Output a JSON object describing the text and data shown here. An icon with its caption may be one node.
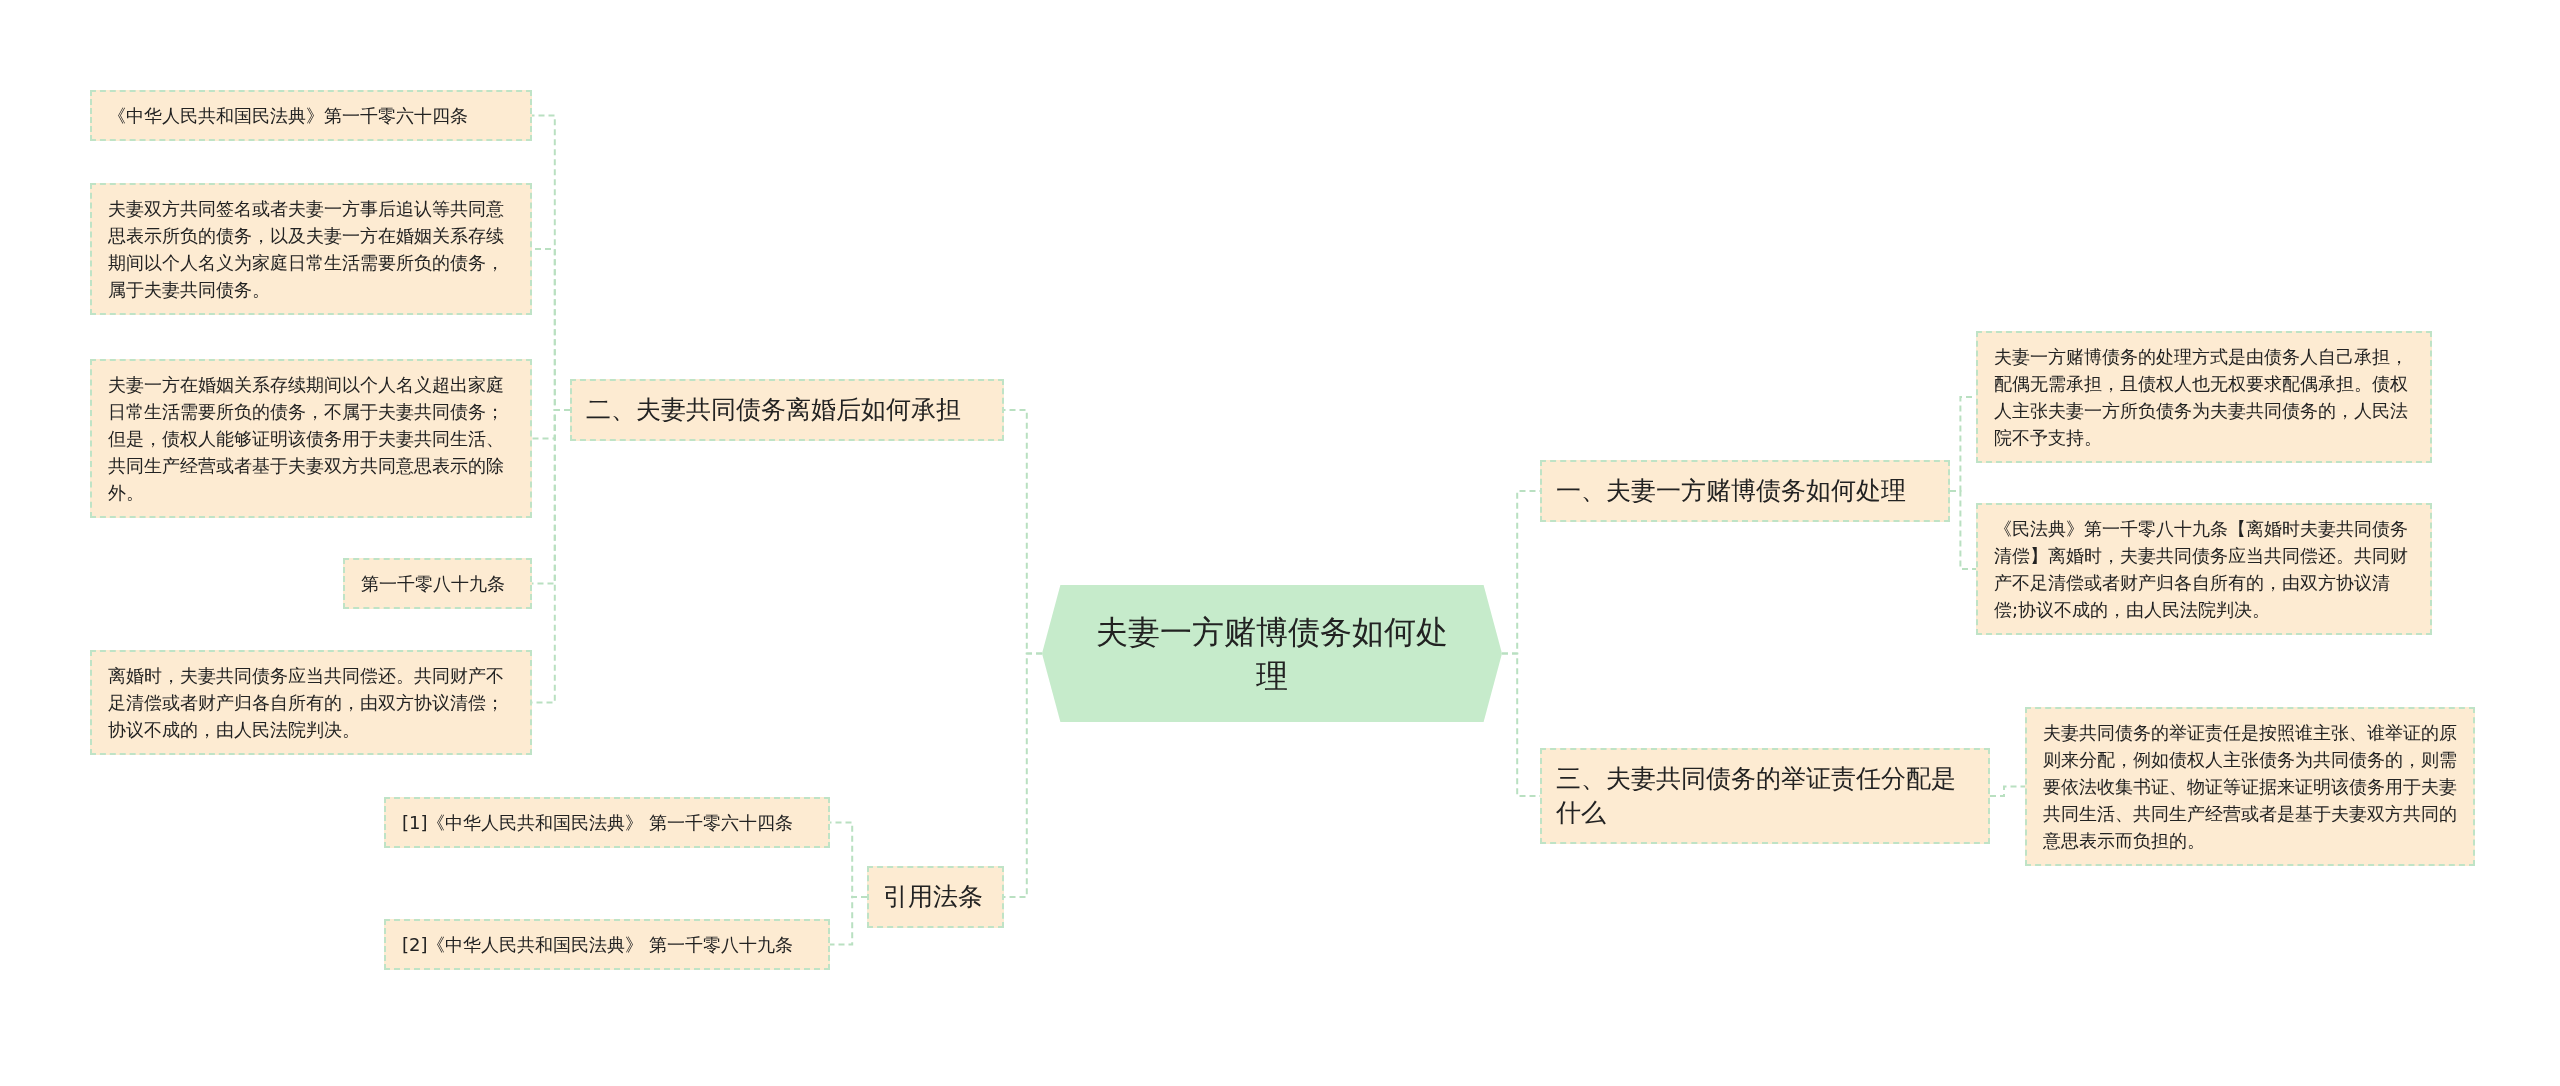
{
  "diagram": {
    "nodes": [
      {
        "text": [
          "夫妻一方赌博债务如何处理"
        ]
      },
      {
        "text": [
          "二、夫妻共同债务离婚后如何承担"
        ]
      },
      {
        "text": [
          "《中华人民共和国民法典》第一千零六十四条"
        ]
      },
      {
        "text": [
          "夫妻双方共同签名或者夫妻一方事后追认等共同意思表示所负的债务，以及夫妻一方在婚姻关系存续期间以个人名义为家庭日常生活需要所负的债务，属于夫妻共同债务。"
        ]
      },
      {
        "text": [
          "夫妻一方在婚姻关系存续期间以个人名义超出家庭日常生活需要所负的债务，不属于夫妻共同债务；但是，债权人能够证明该债务用于夫妻共同生活、共同生产经营或者基于夫妻双方共同意思表示的除外。"
        ]
      },
      {
        "text": [
          "第一千零八十九条"
        ]
      },
      {
        "text": [
          "离婚时，夫妻共同债务应当共同偿还。共同财产不足清偿或者财产归各自所有的，由双方协议清偿；协议不成的，由人民法院判决。"
        ]
      },
      {
        "text": [
          "引用法条"
        ]
      },
      {
        "text": [
          "[1]《中华人民共和国民法典》 第一千零六十四条"
        ]
      },
      {
        "text": [
          "[2]《中华人民共和国民法典》 第一千零八十九条"
        ]
      },
      {
        "text": [
          "一、夫妻一方赌博债务如何处理"
        ]
      },
      {
        "text": [
          "夫妻一方赌博债务的处理方式是由债务人自己承担，配偶无需承担，且债权人也无权要求配偶承担。债权人主张夫妻一方所负债务为夫妻共同债务的，人民法院不予支持。"
        ]
      },
      {
        "text": [
          "《民法典》第一千零八十九条【离婚时夫妻共同债务清偿】离婚时，夫妻共同债务应当共同偿还。共同财产不足清偿或者财产归各自所有的，由双方协议清偿;协议不成的，由人民法院判决。"
        ]
      },
      {
        "text": [
          "三、夫妻共同债务的举证责任分配是什么"
        ]
      },
      {
        "text": [
          "夫妻共同债务的举证责任是按照谁主张、谁举证的原则来分配，例如债权人主张债务为共同债务的，则需要依法收集书证、物证等证据来证明该债务用于夫妻共同生活、共同生产经营或者是基于夫妻双方共同的意思表示而负担的。"
        ]
      }
    ],
    "edges": [
      {
        "from": 0,
        "to": 1,
        "arrow": "none"
      },
      {
        "from": 1,
        "to": 2,
        "arrow": "none"
      },
      {
        "from": 1,
        "to": 3,
        "arrow": "none"
      },
      {
        "from": 1,
        "to": 4,
        "arrow": "none"
      },
      {
        "from": 1,
        "to": 5,
        "arrow": "none"
      },
      {
        "from": 1,
        "to": 6,
        "arrow": "none"
      },
      {
        "from": 0,
        "to": 7,
        "arrow": "none"
      },
      {
        "from": 7,
        "to": 8,
        "arrow": "none"
      },
      {
        "from": 7,
        "to": 9,
        "arrow": "none"
      },
      {
        "from": 0,
        "to": 10,
        "arrow": "none"
      },
      {
        "from": 10,
        "to": 11,
        "arrow": "none"
      },
      {
        "from": 10,
        "to": 12,
        "arrow": "none"
      },
      {
        "from": 0,
        "to": 13,
        "arrow": "none"
      },
      {
        "from": 13,
        "to": 14,
        "arrow": "none"
      }
    ]
  }
}
